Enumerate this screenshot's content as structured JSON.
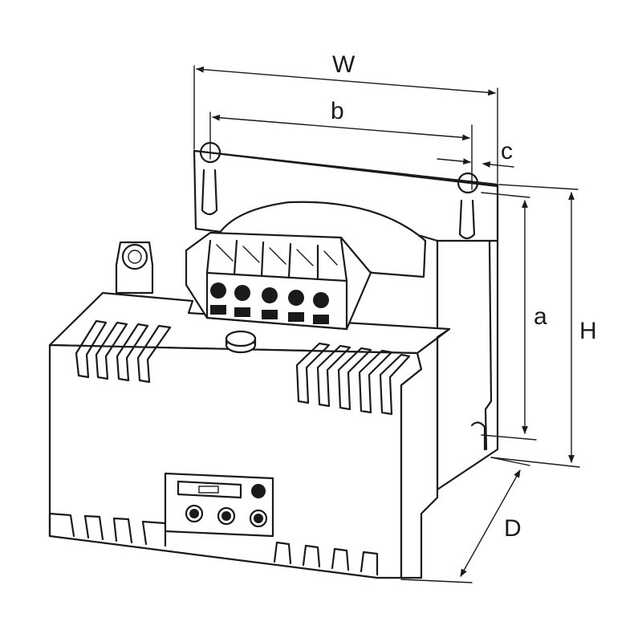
{
  "dimensions": {
    "width_label": "W",
    "b_label": "b",
    "c_label": "c",
    "a_label": "a",
    "height_label": "H",
    "depth_label": "D"
  },
  "colors": {
    "line": "#1a1a1a",
    "background": "#ffffff"
  }
}
